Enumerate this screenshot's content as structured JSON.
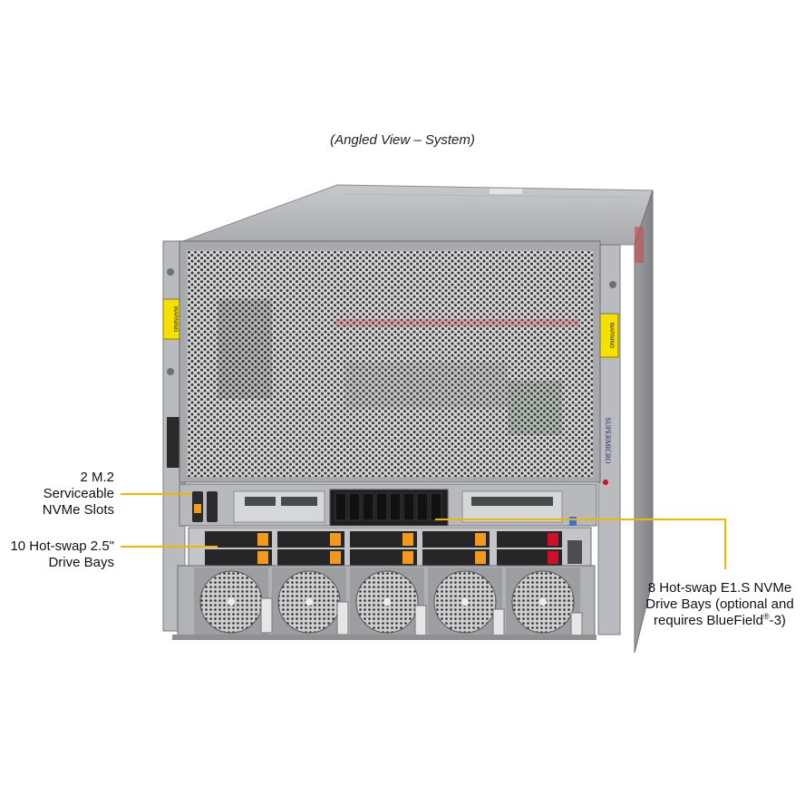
{
  "caption": "(Angled View – System)",
  "callouts": {
    "m2": {
      "line1": "2 M.2",
      "line2": "Serviceable",
      "line3": "NVMe Slots"
    },
    "drives25": {
      "line1": "10 Hot-swap 2.5\"",
      "line2": "Drive Bays"
    },
    "e1s": {
      "line1": "8 Hot-swap E1.S NVMe",
      "line2": "Drive Bays (optional and",
      "line3_pre": "requires BlueField",
      "line3_sup": "®",
      "line3_post": "-3)"
    }
  },
  "labels": {
    "warning_left": "WARNING",
    "warning_right": "WARNING",
    "brand": "SUPERMICRO"
  },
  "colors": {
    "leader_line": "#f2b600",
    "warning_label": "#f5e000",
    "drive_latch": "#f39a1e",
    "brand_dot": "#d0102a"
  }
}
